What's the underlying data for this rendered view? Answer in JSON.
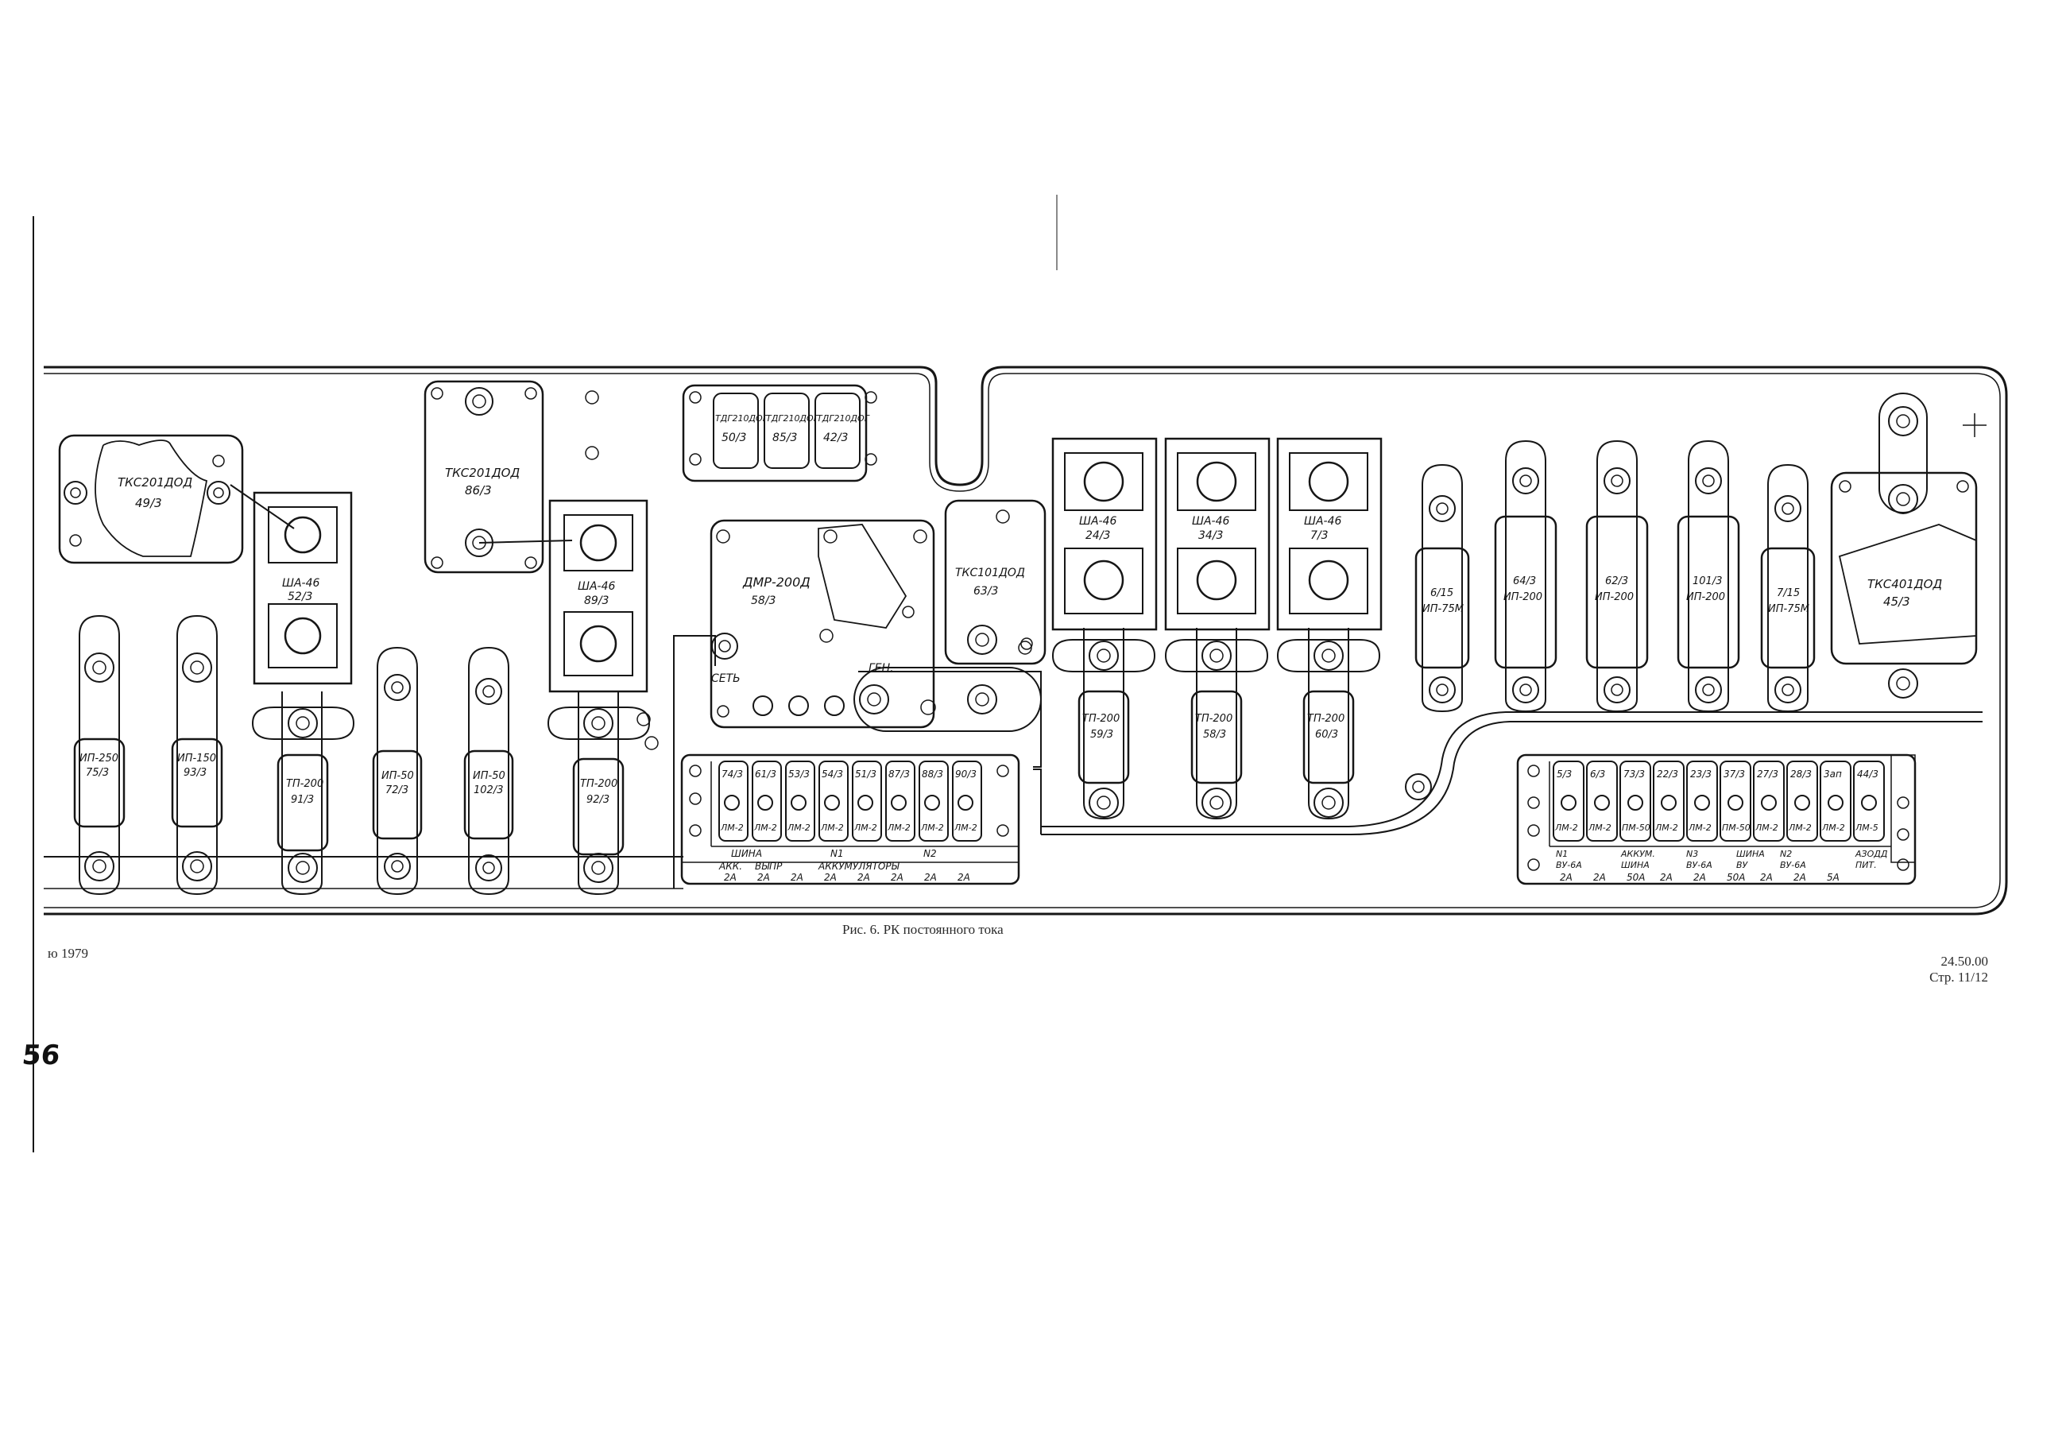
{
  "top_left_components": [
    {
      "id": "tks201dod_49",
      "name": "ТКС201ДОД",
      "ref": "49/3"
    },
    {
      "id": "tks201dod_86",
      "name": "ТКС201ДОД",
      "ref": "86/3"
    }
  ],
  "relays_tdg": [
    {
      "name": "ТДГ210ДОГ",
      "ref": "50/3"
    },
    {
      "name": "ТДГ210ДОГ",
      "ref": "85/3"
    },
    {
      "name": "ТДГ210ДОГ",
      "ref": "42/3"
    }
  ],
  "dmr": {
    "name": "ДМР-200Д",
    "ref": "58/3",
    "label_set": "СЕТЬ",
    "label_gen": "ГЕН."
  },
  "tks101": {
    "name": "ТКС101ДОД",
    "ref": "63/3"
  },
  "tks401": {
    "name": "ТКС401ДОД",
    "ref": "45/3"
  },
  "shunts_left": [
    {
      "name": "ШA-46",
      "ref": "52/3"
    },
    {
      "name": "ШA-46",
      "ref": "89/3"
    }
  ],
  "shunts_right": [
    {
      "name": "ШA-46",
      "ref": "24/3"
    },
    {
      "name": "ШA-46",
      "ref": "34/3"
    },
    {
      "name": "ШA-46",
      "ref": "7/3"
    }
  ],
  "left_fuses": [
    {
      "name": "ИП-250",
      "ref": "75/3"
    },
    {
      "name": "ИП-150",
      "ref": "93/3"
    },
    {
      "name": "ТП-200",
      "ref": "91/3"
    },
    {
      "name": "ИП-50",
      "ref": "72/3"
    },
    {
      "name": "ИП-50",
      "ref": "102/3"
    },
    {
      "name": "ТП-200",
      "ref": "92/3"
    }
  ],
  "center_fuses": [
    {
      "name": "ТП-200",
      "ref": "59/3"
    },
    {
      "name": "ТП-200",
      "ref": "58/3"
    },
    {
      "name": "ТП-200",
      "ref": "60/3"
    }
  ],
  "right_fuses": [
    {
      "name": "ИП-75М",
      "ref": "6/15"
    },
    {
      "name": "ИП-200",
      "ref": "64/3"
    },
    {
      "name": "ИП-200",
      "ref": "62/3"
    },
    {
      "name": "ИП-200",
      "ref": "101/3"
    },
    {
      "name": "ИП-75М",
      "ref": "7/15"
    }
  ],
  "fuse_block_1": {
    "refs": [
      "74/3",
      "61/3",
      "53/3",
      "54/3",
      "51/3",
      "87/3",
      "88/3",
      "90/3"
    ],
    "types": [
      "ЛМ-2",
      "ЛМ-2",
      "ЛМ-2",
      "ЛМ-2",
      "ЛМ-2",
      "ЛМ-2",
      "ЛМ-2",
      "ЛМ-2"
    ],
    "group_shina": "ШИНА",
    "group_akk": "АКК.",
    "group_vypr": "ВЫПР",
    "group_n1": "N1",
    "group_n2": "N2",
    "group_akkumulyatory": "АККУМУЛЯТОРЫ",
    "currents": [
      "2А",
      "2А",
      "2А",
      "2А",
      "2А",
      "2А",
      "2А",
      "2А"
    ]
  },
  "fuse_block_2": {
    "refs": [
      "5/3",
      "6/3",
      "73/3",
      "22/3",
      "23/3",
      "37/3",
      "27/3",
      "28/3",
      "3ап",
      "44/3"
    ],
    "types": [
      "ЛМ-2",
      "ЛМ-2",
      "ПМ-50",
      "ЛМ-2",
      "ЛМ-2",
      "ПМ-50",
      "ЛМ-2",
      "ЛМ-2",
      "ЛМ-2",
      "ЛМ-5"
    ],
    "groups": [
      {
        "top": "N1",
        "bottom": "ВУ-6А"
      },
      {
        "top": "АККУМ.",
        "bottom": "ШИНА"
      },
      {
        "top": "N3",
        "bottom": "ВУ-6А"
      },
      {
        "top": "ШИНА",
        "bottom": "ВУ"
      },
      {
        "top": "N2",
        "bottom": "ВУ-6А"
      },
      {
        "top": "АЗОДД",
        "bottom": "ПИТ."
      }
    ],
    "currents": [
      "2А",
      "2А",
      "50А",
      "2А",
      "2А",
      "50А",
      "2А",
      "2А",
      "5А"
    ]
  },
  "caption": "Рис. 6. РК постоянного тока",
  "footer_left": "ю  1979",
  "footer_right_code": "24.50.00",
  "footer_right_page": "Стр. 11/12",
  "handwritten_mark": "56"
}
